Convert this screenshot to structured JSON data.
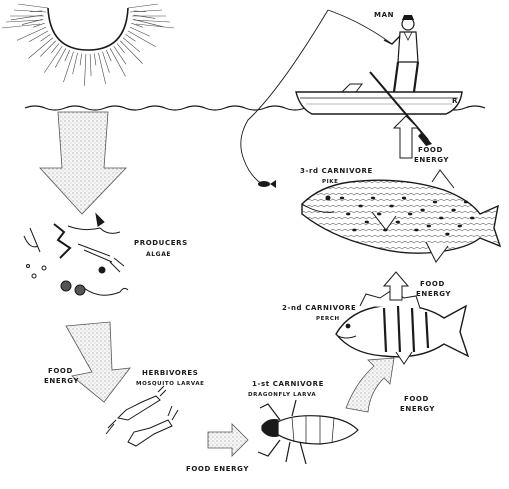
{
  "labels": {
    "man": "MAN",
    "third_carnivore": "3-rd CARNIVORE",
    "third_carnivore_sub": "PIKE",
    "producers": "PRODUCERS",
    "producers_sub": "ALGAE",
    "second_carnivore": "2-nd CARNIVORE",
    "second_carnivore_sub": "PERCH",
    "herbivores": "HERBIVORES",
    "herbivores_sub": "MOSQUITO LARVAE",
    "first_carnivore": "1-st CARNIVORE",
    "first_carnivore_sub": "DRAGONFLY LARVA",
    "food": "FOOD",
    "energy": "ENERGY",
    "food_energy": "FOOD ENERGY",
    "boat_letter": "R"
  },
  "colors": {
    "ink": "#1a1a1a",
    "paper": "#ffffff",
    "arrow_fill": "#efefef"
  },
  "icons": [
    "sun-icon",
    "water-surface",
    "fisherman-figure",
    "rowboat-icon",
    "fishing-line",
    "algae-cluster",
    "mosquito-larvae-icon",
    "dragonfly-larva-icon",
    "perch-fish-icon",
    "pike-fish-icon"
  ]
}
